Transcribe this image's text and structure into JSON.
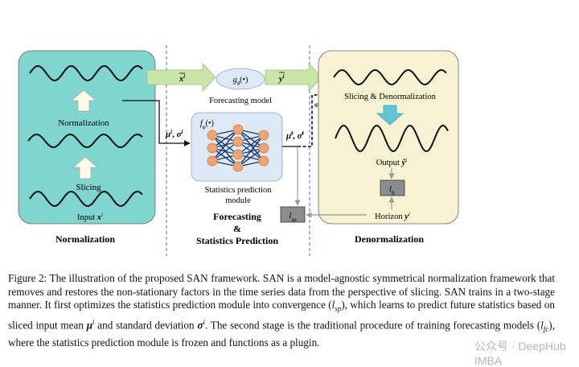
{
  "figure": {
    "left_panel": {
      "label_normalization": "Normalization",
      "label_slicing": "Slicing",
      "label_input": "Input ",
      "label_input_var": "x",
      "label_input_sup": "i",
      "title": "Normalization"
    },
    "center": {
      "x_bar": "x",
      "x_bar_sup": "i",
      "model_fn": "g",
      "model_sub": "θ",
      "model_arg": "(•)",
      "y_bar": "y",
      "y_bar_sup": "i",
      "forecasting_model": "Forecasting model",
      "mu_sigma": "μ",
      "mu_sup": "i",
      "sigma_sym": "σ",
      "sigma_sup": "i",
      "stat_fn": "f",
      "stat_sub": "φ",
      "stat_arg": "(•)",
      "stat_module_line1": "Statistics prediction",
      "stat_module_line2": "module",
      "mu_hat": "μ̂",
      "sigma_hat": "σ̂",
      "stop_gradient": "stop-gradient",
      "lsp_l": "l",
      "lsp_sub": "sp",
      "title_line1": "Forecasting",
      "title_line2": "&",
      "title_line3": "Statistics Prediction"
    },
    "right_panel": {
      "label_slicing_denorm": "Slicing & Denormalization",
      "label_output": "Output ",
      "label_output_var": "ŷ",
      "label_output_sup": "i",
      "lfc_l": "l",
      "lfc_sub": "fc",
      "label_horizon": "Horizon ",
      "label_horizon_var": "y",
      "label_horizon_sup": "i",
      "title": "Denormalization"
    },
    "colors": {
      "teal_panel": "#7fd6cf",
      "cream_panel": "#f7f2d2",
      "green_arrow": "#c8e6a8",
      "blue_box": "#dde9f7",
      "node_orange": "#f2a46f",
      "edge_blue": "#1a3b6e",
      "cyan_arrow": "#5fc6d8",
      "gray_box": "#8c8c8c"
    }
  },
  "caption": {
    "p1": "Figure 2: The illustration of the proposed SAN framework. SAN is a model-agnostic symmetrical normalization framework that removes and restores the non-stationary factors in the time series data from the perspective of slicing. SAN trains in a two-stage manner. It first optimizes the statistics prediction module into convergence (",
    "lsp_l": "l",
    "lsp_sub": "sp",
    "p2": "), which learns to predict future statistics based on sliced input mean ",
    "mu": "μ",
    "mu_sup": "i",
    "p3": " and standard deviation ",
    "sigma": "σ",
    "sigma_sup": "i",
    "p4": ". The second stage is the traditional procedure of training forecasting models (",
    "lfc_l": "l",
    "lfc_sub": "fc",
    "p5": "), where the statistics prediction module is frozen and functions as a plugin."
  },
  "watermark": "公众号 · DeepHub IMBA"
}
